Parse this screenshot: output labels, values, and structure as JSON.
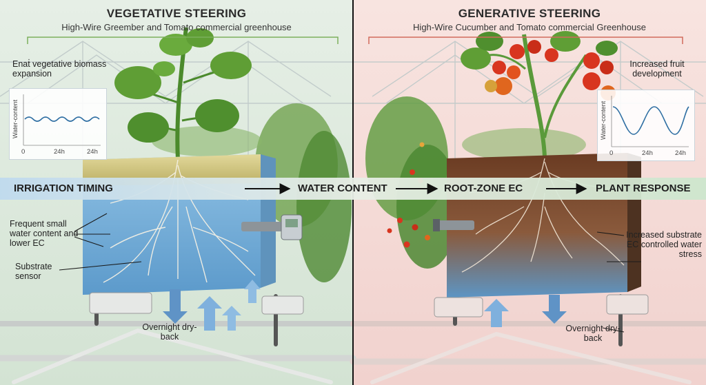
{
  "left_panel": {
    "title": "VEGETATIVE STEERING",
    "subtitle": "High-Wire Greember and Tomato commercial greenhouse",
    "goal": "Enaṫ vegetative biomass expansion",
    "annotation_frequent": "Frequent small water content and lower EC",
    "annotation_sensor": "Substrate sensor",
    "annotation_dryback": "Overnight dry-back",
    "chart": {
      "ylabel": "Water-content",
      "x_ticks": [
        "0",
        "24h",
        "24h"
      ],
      "pattern": "small-frequent-oscillation"
    }
  },
  "right_panel": {
    "title": "GENERATIVE STEERING",
    "subtitle": "High-Wire Cucumber and Tomato commercial Greenhouse",
    "goal": "Increased fruit development",
    "annotation_ec": "Increased substrate EC controlled water stress",
    "annotation_dryback": "Overnight dry-back",
    "chart": {
      "ylabel": "Water-content",
      "x_ticks": [
        "0",
        "24h",
        "24h"
      ],
      "pattern": "large-slow-oscillation"
    }
  },
  "flow": {
    "steps": [
      "IRRIGATION TIMING",
      "WATER CONTENT",
      "ROOT-ZONE EC",
      "PLANT RESPONSE"
    ]
  },
  "colors": {
    "left_bg": "#dfeadf",
    "right_bg": "#f6dcd8",
    "band": "#cfe1ee",
    "substrate_blue": "#7fb6de",
    "rockwool": "#d8cf8a",
    "soil": "#7a4a2c",
    "leaf": "#4f8f2e",
    "tomato": "#d8351f",
    "divider": "#111111"
  }
}
